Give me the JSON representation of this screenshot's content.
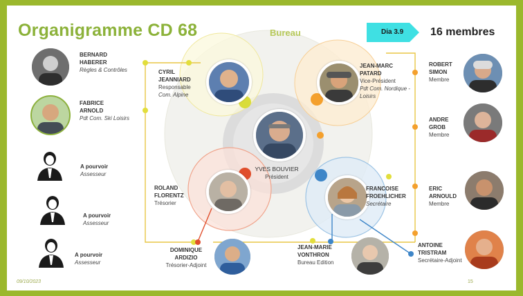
{
  "title": "Organigramme CD 68",
  "bureau_label": "Bureau",
  "dia_label": "Dia 3.9",
  "members_label": "16 membres",
  "left": [
    {
      "name": "BERNARD\nHABERER",
      "role": "Règles & Contrôles"
    },
    {
      "name": "FABRICE\nARNOLD",
      "role": "Pdt Com. Ski Loisirs"
    },
    {
      "name": "A pourvoir",
      "role": "Assesseur"
    },
    {
      "name": "A pourvoir",
      "role": "Assesseur"
    },
    {
      "name": "A pourvoir",
      "role": "Assesseur"
    }
  ],
  "bureau_members": {
    "cyril": {
      "name": "CYRIL\nJEANNIARD",
      "role": "Responsable",
      "sub": "Com. Alpine"
    },
    "jeanmarc": {
      "name": "JEAN-MARC\nPATARD",
      "role": "Vice-Président",
      "sub": "Pdt Com. Nordique -\nLoisirs"
    },
    "president": {
      "name": "YVES BOUVIER",
      "role": "Président"
    },
    "roland": {
      "name": "ROLAND\nFLORENTZ",
      "role": "Trésorier"
    },
    "francoise": {
      "name": "FRANCOISE\nFROEHLICHER",
      "role": "Secrétaire"
    }
  },
  "bottom": [
    {
      "name": "DOMINIQUE\nARDIZIO",
      "role": "Trésorier-Adjoint"
    },
    {
      "name": "JEAN-MARIE\nVONTHRON",
      "role": "Bureau Edition"
    }
  ],
  "right": [
    {
      "name": "ROBERT\nSIMON",
      "role": "Membre"
    },
    {
      "name": "ANDRE\nGROB",
      "role": "Membre"
    },
    {
      "name": "ERIC\nARNOULD",
      "role": "Membre"
    },
    {
      "name": "ANTOINE\nTRISTRAM",
      "role": "Secrétaire-Adjoint"
    }
  ],
  "footer": {
    "date": "09/10/2023",
    "page": "15"
  },
  "colors": {
    "frame": "#9bb82d",
    "title": "#8cb23a",
    "dia_badge": "#3fe0e3",
    "connector": "#e8c645",
    "yellow": "#e2de3c",
    "orange": "#f4a02d",
    "red": "#e04e2c",
    "blue": "#3e86c8"
  }
}
